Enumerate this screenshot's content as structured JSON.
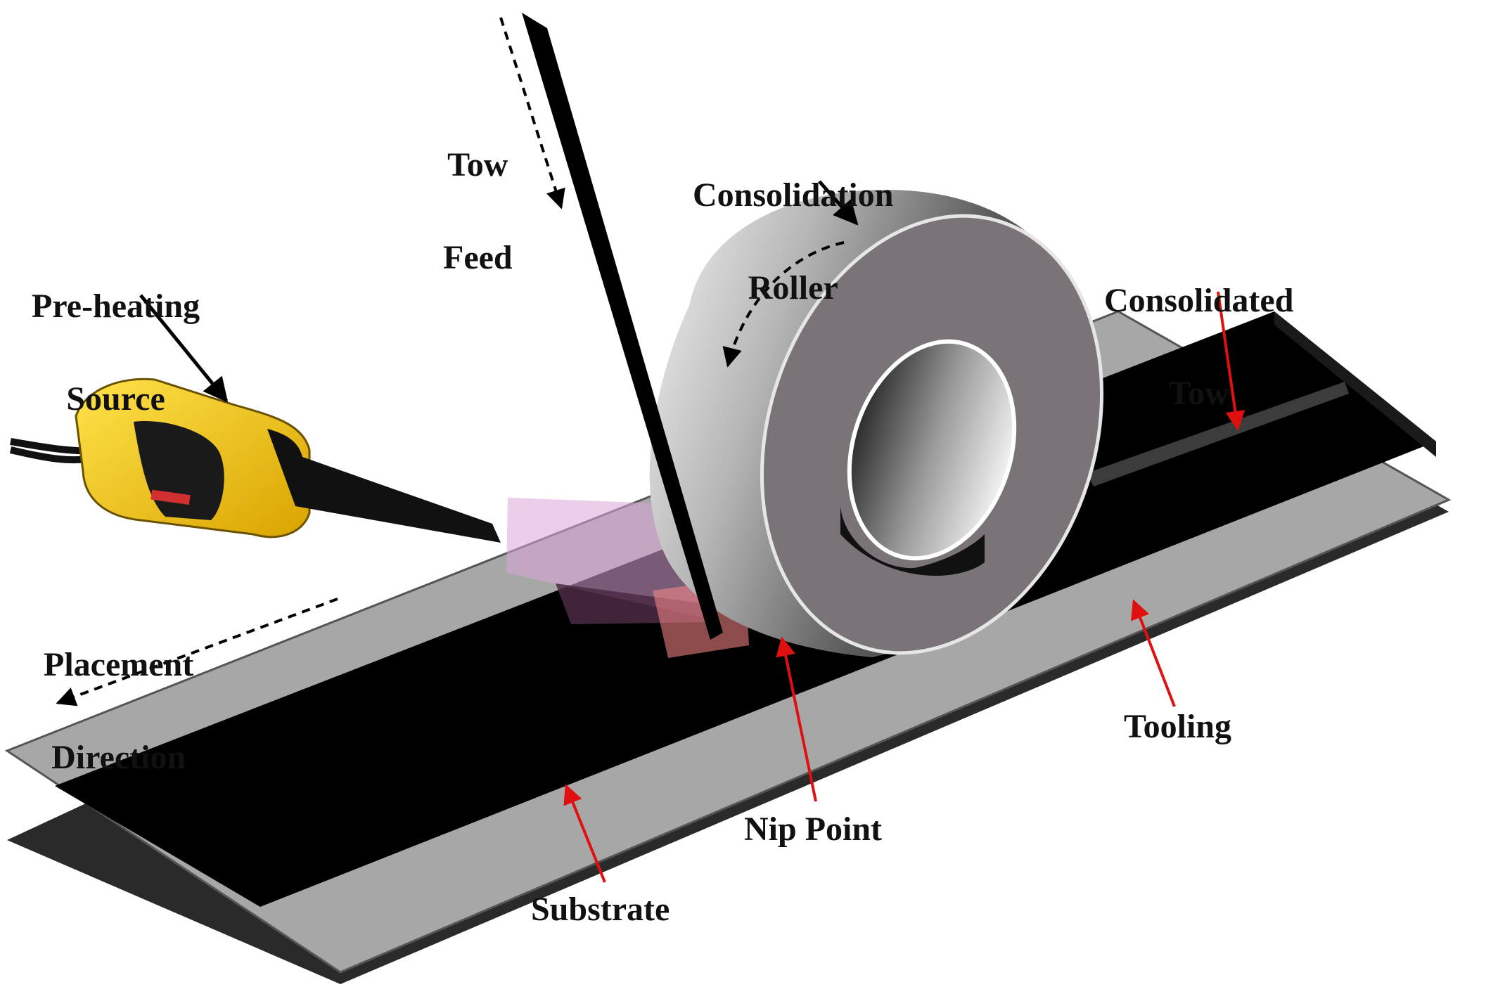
{
  "labels": {
    "tow_feed": [
      "Tow",
      "Feed"
    ],
    "consolidation_roller": [
      "Consolidation",
      "Roller"
    ],
    "pre_heating_source": [
      "Pre-heating",
      "Source"
    ],
    "consolidated_tow": [
      "Consolidated",
      "Tow"
    ],
    "placement_direction": [
      "Placement",
      "Direction"
    ],
    "tooling": "Tooling",
    "nip_point": "Nip Point",
    "substrate": "Substrate"
  },
  "colors": {
    "tooling": "#a7a7a7",
    "substrate": "#000000",
    "roller_face": "#7a7479",
    "roller_rim_light": "#e6e6e6",
    "heater_body": "#f2c500",
    "heat_cone": "#d9a6d9",
    "callout_red": "#e01010",
    "callout_black": "#000000"
  },
  "icons": {
    "heater": "heat-gun-icon",
    "roller": "roller-icon"
  }
}
